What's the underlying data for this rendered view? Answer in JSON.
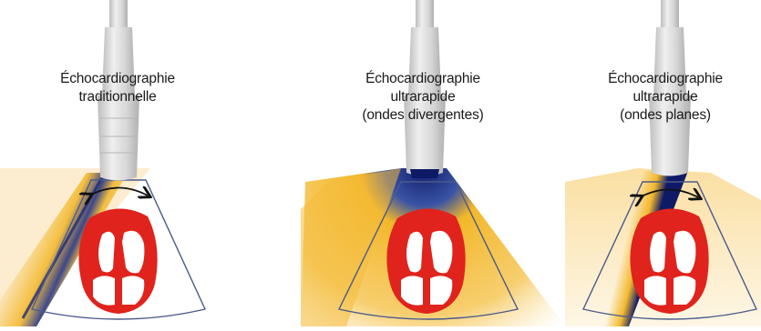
{
  "panels": [
    {
      "id": "traditional",
      "title_lines": [
        "Échocardiographie",
        "traditionnelle"
      ],
      "beam": "focused-oblique"
    },
    {
      "id": "diverging",
      "title_lines": [
        "Échocardiographie",
        "ultrarapide",
        "(ondes divergentes)"
      ],
      "beam": "diverging"
    },
    {
      "id": "plane",
      "title_lines": [
        "Échocardiographie",
        "ultrarapide",
        "(ondes planes)"
      ],
      "beam": "plane-oblique"
    }
  ],
  "colors": {
    "heart": "#e0231c",
    "beam_warm": "#f2b31e",
    "beam_dark": "#0f1a66",
    "sector_outline": "#4a5a8a",
    "probe": "#d9d9d9"
  }
}
